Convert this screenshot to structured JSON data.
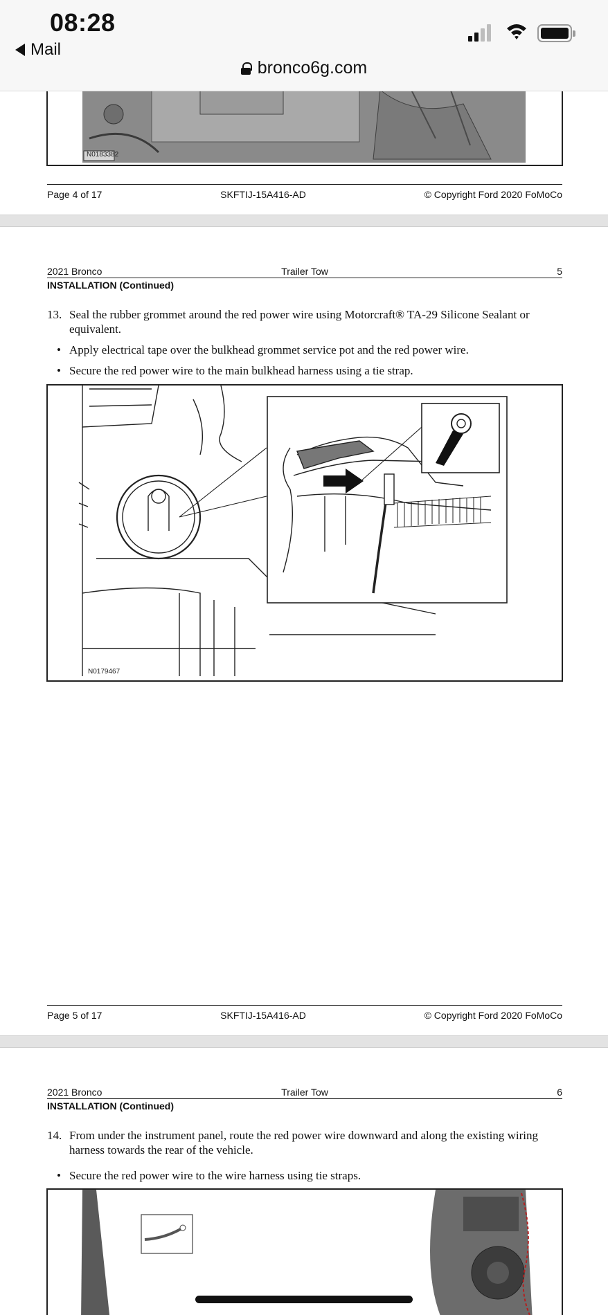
{
  "status_bar": {
    "time": "08:28",
    "back_label": "Mail"
  },
  "browser": {
    "url": "bronco6g.com"
  },
  "page4": {
    "figure_code": "N0183382",
    "footer": {
      "page": "Page 4 of 17",
      "doc_id": "SKFTIJ-15A416-AD",
      "copyright": "© Copyright Ford 2020 FoMoCo"
    }
  },
  "page5": {
    "header": {
      "model": "2021 Bronco",
      "title": "Trailer Tow",
      "page_number": "5",
      "section": "INSTALLATION (Continued)"
    },
    "step": {
      "number": "13.",
      "text": "Seal the rubber grommet around the red power wire using Motorcraft® TA-29 Silicone Sealant or equivalent."
    },
    "bullets": [
      "Apply electrical tape over the bulkhead grommet service pot and the red power wire.",
      "Secure the red power wire to the main bulkhead harness using a tie strap."
    ],
    "figure_code": "N0179467",
    "footer": {
      "page": "Page 5 of 17",
      "doc_id": "SKFTIJ-15A416-AD",
      "copyright": "© Copyright Ford 2020 FoMoCo"
    }
  },
  "page6": {
    "header": {
      "model": "2021 Bronco",
      "title": "Trailer Tow",
      "page_number": "6",
      "section": "INSTALLATION (Continued)"
    },
    "step": {
      "number": "14.",
      "text": "From under the instrument panel, route the red power wire downward and along the existing wiring harness towards the rear of the vehicle."
    },
    "bullets": [
      "Secure the red power wire to the wire harness using tie straps."
    ]
  }
}
